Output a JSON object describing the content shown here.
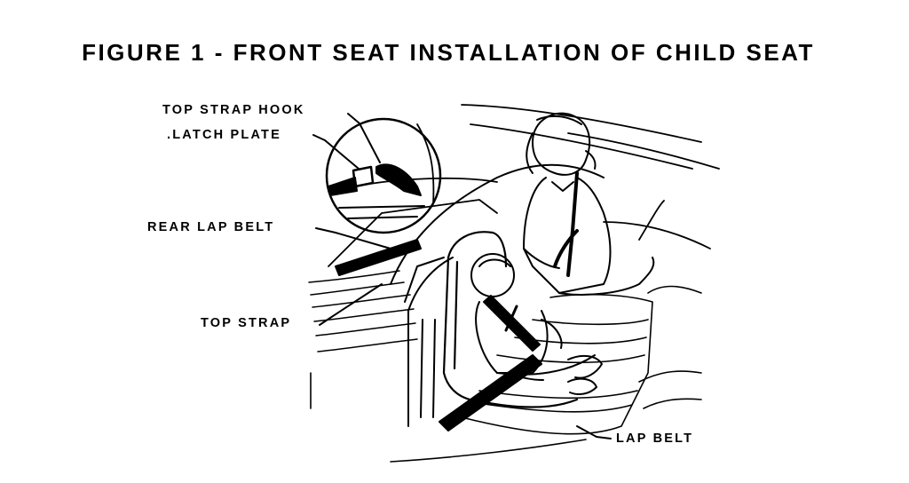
{
  "figure": {
    "title": "FIGURE 1 - FRONT SEAT INSTALLATION OF CHILD SEAT",
    "labels": {
      "top_strap_hook": "TOP STRAP HOOK",
      "latch_plate": ".LATCH PLATE",
      "rear_lap_belt": "REAR LAP BELT",
      "top_strap": "TOP STRAP",
      "lap_belt": "LAP BELT"
    }
  },
  "colors": {
    "ink": "#000000",
    "paper": "#ffffff"
  }
}
